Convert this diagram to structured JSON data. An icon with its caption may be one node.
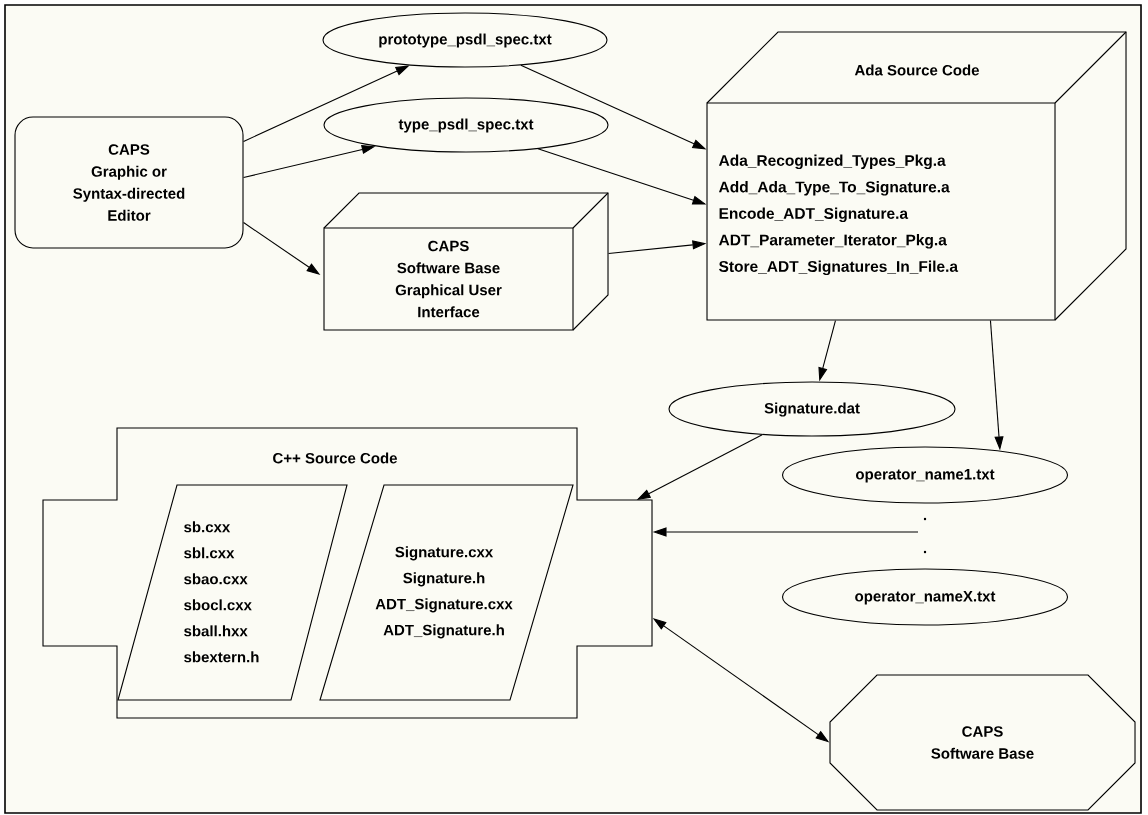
{
  "diagram": {
    "nodes": [
      {
        "text": [
          "CAPS",
          "Graphic or Syntax-directed Editor"
        ]
      },
      {
        "text": [
          "prototype_psdl_spec.txt"
        ]
      },
      {
        "text": [
          "type_psdl_spec.txt"
        ]
      },
      {
        "text": [
          "CAPS",
          "Software Base Graphical User Interface"
        ]
      },
      {
        "text": [
          "Ada Source Code",
          "Ada_Recognized_Types_Pkg.a",
          "Add_Ada_Type_To_Signature.a",
          "Encode_ADT_Signature.a",
          "ADT_Parameter_Iterator_Pkg.a",
          "Store_ADT_Signatures_In_File.a"
        ]
      },
      {
        "text": [
          "Signature.dat"
        ]
      },
      {
        "text": [
          "operator_name1.txt"
        ]
      },
      {
        "text": [
          "operator_nameX.txt"
        ]
      },
      {
        "text": [
          "C++ Source Code"
        ]
      },
      {
        "text": [
          "sb.cxx",
          "sbl.cxx",
          "sbao.cxx",
          "sbocl.cxx",
          "sball.hxx",
          "sbextern.h"
        ],
        "in": 8
      },
      {
        "text": [
          "Signature.cxx",
          "Signature.h",
          "ADT_Signature.cxx",
          "ADT_Signature.h"
        ],
        "in": 8
      },
      {
        "text": [
          "CAPS",
          "Software Base"
        ]
      }
    ],
    "edges": [
      {
        "from": 0,
        "to": 1,
        "arrow": "to"
      },
      {
        "from": 0,
        "to": 2,
        "arrow": "to"
      },
      {
        "from": 0,
        "to": 3,
        "arrow": "to"
      },
      {
        "from": 1,
        "to": 4,
        "arrow": "to"
      },
      {
        "from": 2,
        "to": 4,
        "arrow": "to"
      },
      {
        "from": 3,
        "to": 4,
        "arrow": "to"
      },
      {
        "from": 4,
        "to": 5,
        "arrow": "to"
      },
      {
        "from": 4,
        "to": 6,
        "arrow": "to"
      },
      {
        "from": 5,
        "to": 8,
        "arrow": "to"
      },
      {
        "from": null,
        "to": 8,
        "arrow": "to"
      },
      {
        "from": 8,
        "to": 11,
        "arrow": "both"
      }
    ],
    "labels": [
      ".",
      "."
    ]
  }
}
